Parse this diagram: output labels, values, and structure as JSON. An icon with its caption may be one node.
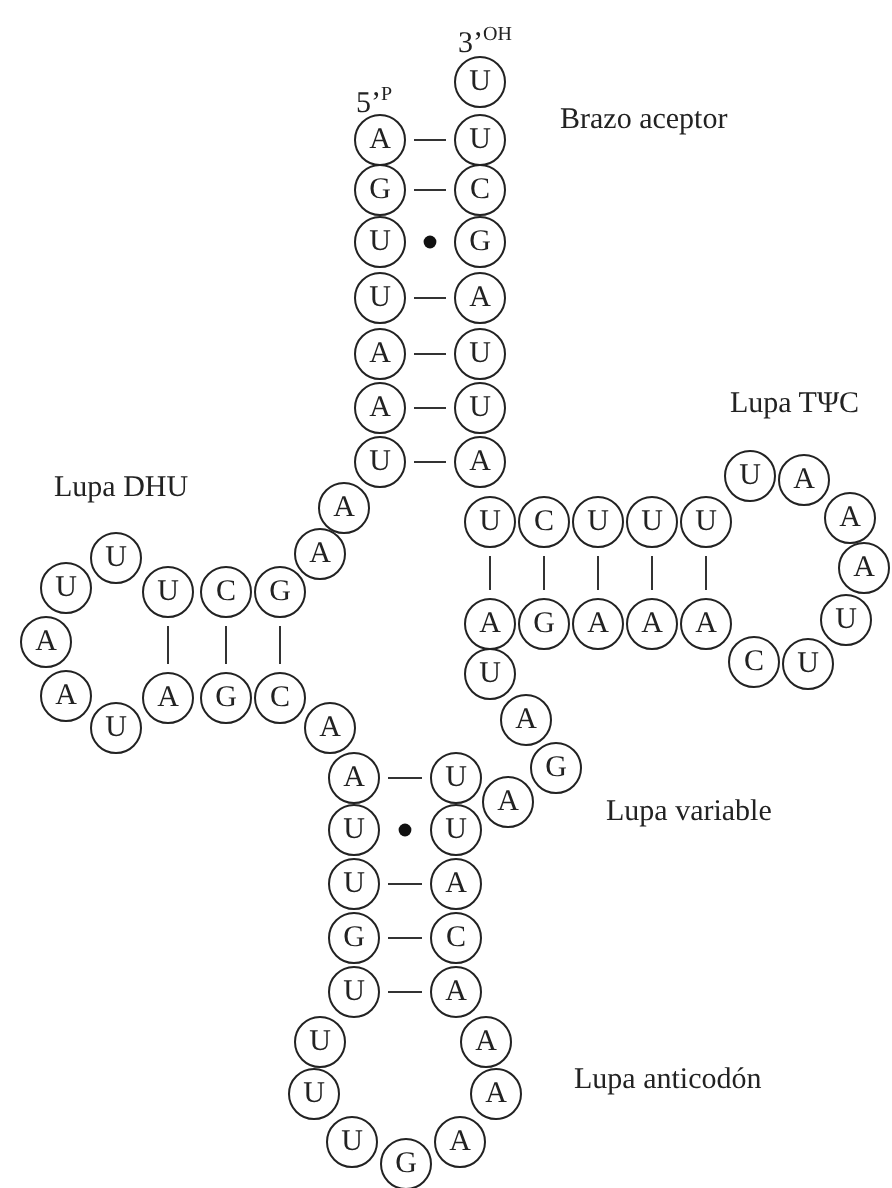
{
  "diagram": {
    "nodes": [
      {
        "text": [
          "A"
        ],
        "beside": [
          "5’$^{P}$"
        ]
      },
      {
        "text": [
          "G"
        ]
      },
      {
        "text": [
          "U"
        ]
      },
      {
        "text": [
          "U"
        ]
      },
      {
        "text": [
          "A"
        ]
      },
      {
        "text": [
          "A"
        ]
      },
      {
        "text": [
          "U"
        ]
      },
      {
        "text": [
          "A"
        ]
      },
      {
        "text": [
          "A"
        ]
      },
      {
        "text": [
          "G"
        ]
      },
      {
        "text": [
          "C"
        ]
      },
      {
        "text": [
          "U"
        ]
      },
      {
        "text": [
          "U"
        ]
      },
      {
        "text": [
          "U"
        ]
      },
      {
        "text": [
          "A"
        ]
      },
      {
        "text": [
          "A"
        ]
      },
      {
        "text": [
          "U"
        ]
      },
      {
        "text": [
          "A"
        ]
      },
      {
        "text": [
          "G"
        ]
      },
      {
        "text": [
          "C"
        ]
      },
      {
        "text": [
          "A"
        ]
      },
      {
        "text": [
          "A"
        ]
      },
      {
        "text": [
          "U"
        ]
      },
      {
        "text": [
          "U"
        ]
      },
      {
        "text": [
          "G"
        ]
      },
      {
        "text": [
          "U"
        ]
      },
      {
        "text": [
          "U"
        ]
      },
      {
        "text": [
          "U"
        ]
      },
      {
        "text": [
          "U"
        ]
      },
      {
        "text": [
          "G"
        ]
      },
      {
        "text": [
          "A"
        ]
      },
      {
        "text": [
          "A"
        ]
      },
      {
        "text": [
          "A"
        ]
      },
      {
        "text": [
          "A"
        ]
      },
      {
        "text": [
          "C"
        ]
      },
      {
        "text": [
          "A"
        ]
      },
      {
        "text": [
          "U"
        ]
      },
      {
        "text": [
          "U"
        ]
      },
      {
        "text": [
          "A"
        ]
      },
      {
        "text": [
          "G"
        ]
      },
      {
        "text": [
          "A"
        ]
      },
      {
        "text": [
          "U"
        ]
      },
      {
        "text": [
          "A"
        ]
      },
      {
        "text": [
          "G"
        ]
      },
      {
        "text": [
          "A"
        ]
      },
      {
        "text": [
          "A"
        ]
      },
      {
        "text": [
          "A"
        ]
      },
      {
        "text": [
          "C"
        ]
      },
      {
        "text": [
          "U"
        ]
      },
      {
        "text": [
          "U"
        ]
      },
      {
        "text": [
          "A"
        ]
      },
      {
        "text": [
          "A"
        ]
      },
      {
        "text": [
          "A"
        ]
      },
      {
        "text": [
          "U"
        ]
      },
      {
        "text": [
          "U"
        ]
      },
      {
        "text": [
          "U"
        ]
      },
      {
        "text": [
          "U"
        ]
      },
      {
        "text": [
          "C"
        ]
      },
      {
        "text": [
          "U"
        ]
      },
      {
        "text": [
          "A"
        ]
      },
      {
        "text": [
          "U"
        ]
      },
      {
        "text": [
          "U"
        ]
      },
      {
        "text": [
          "A"
        ]
      },
      {
        "text": [
          "G"
        ]
      },
      {
        "text": [
          "C"
        ]
      },
      {
        "text": [
          "U"
        ]
      },
      {
        "text": [
          "U"
        ],
        "beside": [
          "3’$^{OH}$"
        ]
      }
    ],
    "edges": [
      {
        "from": 0,
        "to": 65,
        "arrow": "none"
      },
      {
        "from": 1,
        "to": 64,
        "arrow": "none"
      },
      {
        "from": 2,
        "to": 63,
        "arrow": "other"
      },
      {
        "from": 3,
        "to": 62,
        "arrow": "none"
      },
      {
        "from": 4,
        "to": 61,
        "arrow": "none"
      },
      {
        "from": 5,
        "to": 60,
        "arrow": "none"
      },
      {
        "from": 6,
        "to": 59,
        "arrow": "none"
      },
      {
        "from": 11,
        "to": 17,
        "arrow": "none"
      },
      {
        "from": 10,
        "to": 18,
        "arrow": "none"
      },
      {
        "from": 9,
        "to": 19,
        "arrow": "none"
      },
      {
        "from": 58,
        "to": 42,
        "arrow": "none"
      },
      {
        "from": 57,
        "to": 43,
        "arrow": "none"
      },
      {
        "from": 56,
        "to": 44,
        "arrow": "none"
      },
      {
        "from": 55,
        "to": 45,
        "arrow": "none"
      },
      {
        "from": 54,
        "to": 46,
        "arrow": "none"
      },
      {
        "from": 21,
        "to": 37,
        "arrow": "none"
      },
      {
        "from": 22,
        "to": 36,
        "arrow": "other"
      },
      {
        "from": 23,
        "to": 35,
        "arrow": "none"
      },
      {
        "from": 24,
        "to": 34,
        "arrow": "none"
      },
      {
        "from": 25,
        "to": 33,
        "arrow": "none"
      }
    ],
    "labels": [
      "Brazo aceptor",
      "Lupa TΨC",
      "Lupa DHU",
      "Lupa variable",
      "Lupa anticodón"
    ]
  }
}
